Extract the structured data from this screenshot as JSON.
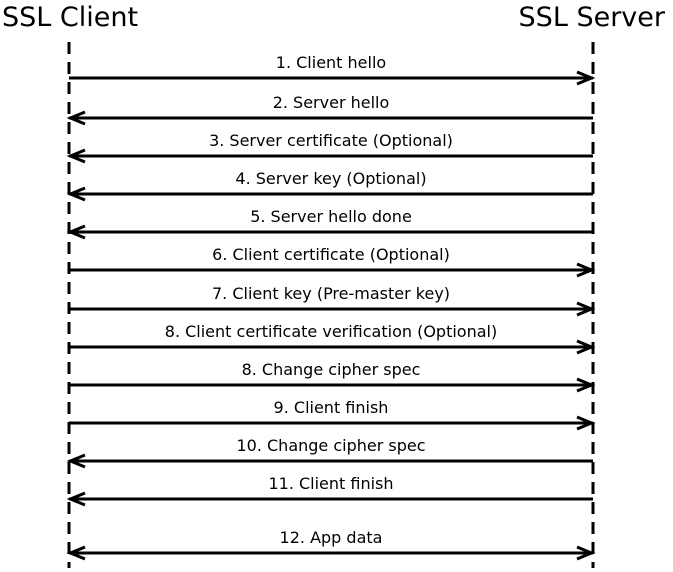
{
  "participants": {
    "client": "SSL Client",
    "server": "SSL Server"
  },
  "messages": [
    {
      "label": "1. Client hello",
      "direction": "client-to-server"
    },
    {
      "label": "2. Server hello",
      "direction": "server-to-client"
    },
    {
      "label": "3. Server certificate (Optional)",
      "direction": "server-to-client"
    },
    {
      "label": "4. Server key (Optional)",
      "direction": "server-to-client"
    },
    {
      "label": "5. Server hello done",
      "direction": "server-to-client"
    },
    {
      "label": "6. Client certificate (Optional)",
      "direction": "client-to-server"
    },
    {
      "label": "7. Client key (Pre-master key)",
      "direction": "client-to-server"
    },
    {
      "label": "8. Client certificate verification (Optional)",
      "direction": "client-to-server"
    },
    {
      "label": "8. Change cipher spec",
      "direction": "client-to-server"
    },
    {
      "label": "9. Client finish",
      "direction": "client-to-server"
    },
    {
      "label": "10. Change cipher spec",
      "direction": "server-to-client"
    },
    {
      "label": "11. Client finish",
      "direction": "server-to-client"
    },
    {
      "label": "12. App data",
      "direction": "bidirectional"
    }
  ]
}
